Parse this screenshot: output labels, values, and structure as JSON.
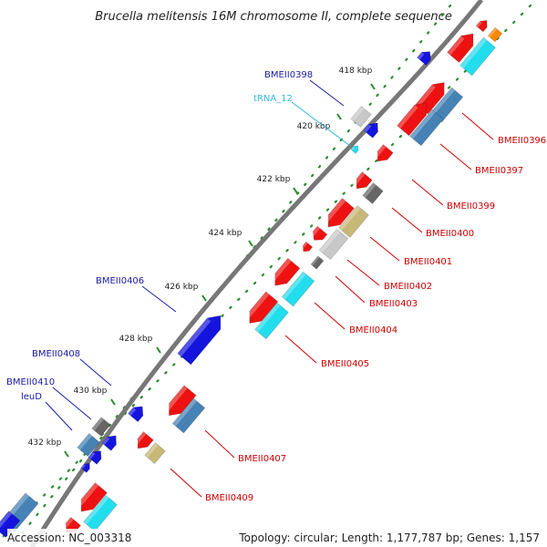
{
  "title": "Brucella melitensis 16M chromosome II, complete sequence",
  "footer": {
    "accession": "Accession: NC_003318",
    "summary": "Topology: circular; Length: 1,177,787 bp; Genes: 1,157"
  },
  "colors": {
    "backbone": "#777777",
    "tick_dots": "#2a8a2a",
    "plus_label": "#1a1aa6",
    "minus_label": "#cc0000",
    "trna_label": "#33bbdd",
    "red": "#ee1111",
    "steel": "#4682b4",
    "cyan": "#22ddee",
    "blue": "#1414dd",
    "khaki": "#c8b878",
    "gray": "#666666",
    "lightgray": "#c8c8c8",
    "orange": "#ff8800"
  },
  "ticks": [
    "418 kbp",
    "420 kbp",
    "422 kbp",
    "424 kbp",
    "426 kbp",
    "428 kbp",
    "430 kbp",
    "432 kbp"
  ],
  "labels_plus": [
    "BMEII0398",
    "tRNA_12",
    "BMEII0406",
    "BMEII0408",
    "BMEII0410",
    "leuD"
  ],
  "labels_minus": [
    "BMEII0396",
    "BMEII0397",
    "BMEII0399",
    "BMEII0400",
    "BMEII0401",
    "BMEII0402",
    "BMEII0403",
    "BMEII0404",
    "BMEII0405",
    "BMEII0407",
    "BMEII0409"
  ]
}
